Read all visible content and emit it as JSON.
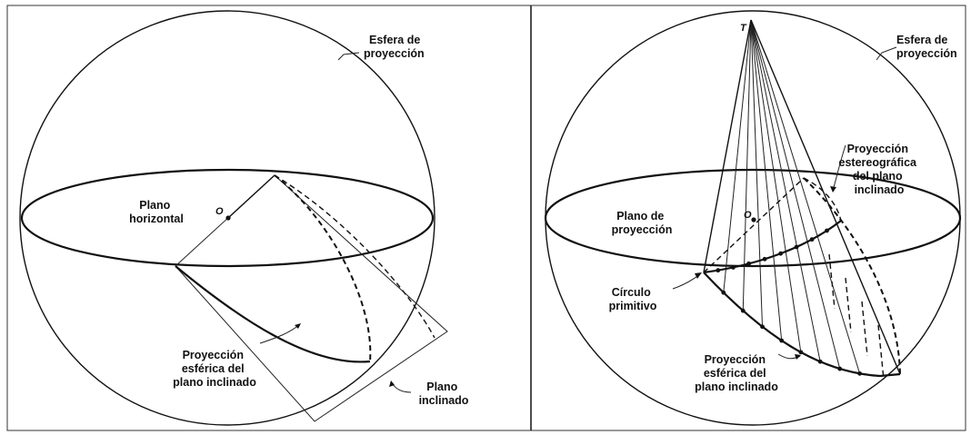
{
  "left_panel": {
    "sphere_label": [
      "Esfera de",
      "proyección"
    ],
    "plane_label": [
      "Plano",
      "horizontal"
    ],
    "center_label": "O",
    "spherical_projection_label": [
      "Proyección",
      "esférica del",
      "plano inclinado"
    ],
    "inclined_plane_label": [
      "Plano",
      "inclinado"
    ]
  },
  "right_panel": {
    "sphere_label": [
      "Esfera de",
      "proyección"
    ],
    "pole_label": "T",
    "center_label": "O",
    "projection_plane_label": [
      "Plano de",
      "proyección"
    ],
    "stereographic_label": [
      "Proyección",
      "estereográfica",
      "del plano",
      "inclinado"
    ],
    "primitive_circle_label": [
      "Círculo",
      "primitivo"
    ],
    "spherical_projection_label": [
      "Proyección",
      "esférica del",
      "plano inclinado"
    ]
  }
}
